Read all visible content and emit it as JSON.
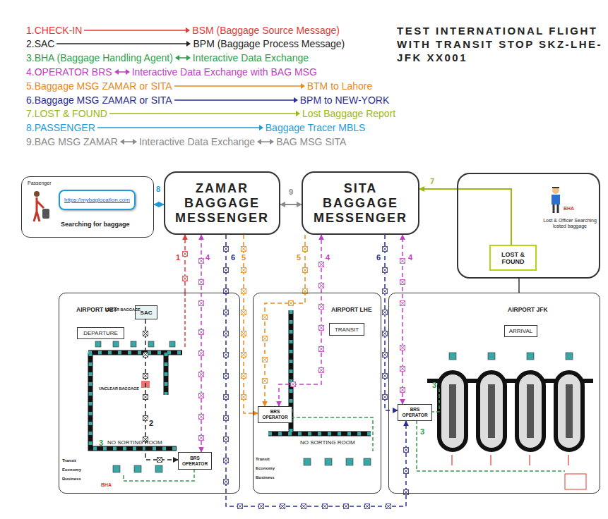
{
  "diagram": {
    "title": "TEST INTERNATIONAL FLIGHT WITH TRANSIT STOP SKZ-LHE-JFK XX001",
    "nodes": [
      {
        "text": [
          "Passenger",
          "https://mybaglocation.com",
          "Searching for baggage"
        ]
      },
      {
        "text": [
          "ZAMAR BAGGAGE MESSENGER"
        ]
      },
      {
        "text": [
          "SITA BAGGAGE MESSENGER"
        ]
      },
      {
        "text": [
          "Lost & Officer Searching losted baggage"
        ]
      },
      {
        "text": [
          "LOST & FOUND"
        ],
        "in": 3
      },
      {
        "text": [
          "AIRPORT UET"
        ]
      },
      {
        "text": [
          "DEPARTURE"
        ],
        "in": 5
      },
      {
        "text": [
          "SAC"
        ],
        "in": 5
      },
      {
        "text": [
          "BRS OPERATOR"
        ],
        "in": 5
      },
      {
        "text": [
          "AIRPORT LHE"
        ]
      },
      {
        "text": [
          "TRANSIT"
        ],
        "in": 9
      },
      {
        "text": [
          "BRS OPERATOR"
        ],
        "in": 9
      },
      {
        "text": [
          "AIRPORT JFK"
        ]
      },
      {
        "text": [
          "ARRIVAL"
        ],
        "in": 12
      },
      {
        "text": [
          "BRS OPERATOR"
        ],
        "in": 12
      }
    ],
    "edges": [
      {
        "from": 0,
        "to": 1,
        "label": "8",
        "arrow": "both"
      },
      {
        "from": 1,
        "to": 2,
        "label": "9",
        "arrow": "both"
      },
      {
        "from": 4,
        "to": 2,
        "label": "7",
        "arrow": "to"
      },
      {
        "from": 5,
        "to": 1,
        "label": "1",
        "arrow": "to"
      },
      {
        "from": 8,
        "to": 1,
        "label": "4",
        "arrow": "both"
      },
      {
        "from": 1,
        "to": 14,
        "label": "6",
        "arrow": "to"
      },
      {
        "from": 2,
        "to": 14,
        "label": "6",
        "arrow": "to"
      },
      {
        "from": 1,
        "to": 11,
        "label": "5",
        "arrow": "to"
      },
      {
        "from": 2,
        "to": 11,
        "label": "5",
        "arrow": "to"
      },
      {
        "from": 11,
        "to": 2,
        "label": "4",
        "arrow": "both"
      },
      {
        "from": 14,
        "to": 2,
        "label": "4",
        "arrow": "both"
      },
      {
        "from": 7,
        "to": 8,
        "label": "2",
        "arrow": "to"
      }
    ],
    "labels": [
      "BSM (Baggage Source Message)",
      "BPM (Baggage Process Message)",
      "Interactive Data Exchange",
      "Interactive Data Exchange with BAG MSG",
      "BTM to Lahore",
      "BPM to NEW-YORK",
      "Lost Baggage Report",
      "Baggage Tracer MBLS",
      "Interactive Data Exchange",
      "BAG MSG SITA",
      "CLEAR BAGGAGE",
      "UNCLEAR BAGGAGE",
      "NO SORTING ROOM",
      "Transit",
      "Economy",
      "Business",
      "BHA",
      "3",
      "NO SORTING ROOM",
      "Transit",
      "Economy",
      "Business",
      "BHA",
      "3",
      "3"
    ],
    "legend": [
      {
        "text": "1.CHECK-IN",
        "color": "#e53935"
      },
      {
        "text": "2.SAC",
        "color": "#222222"
      },
      {
        "text": "3.BHA (Baggage Handling Agent)",
        "color": "#2e9e48"
      },
      {
        "text": "4.OPERATOR BRS",
        "color": "#c040c0"
      },
      {
        "text": "5.Baggage MSG ZAMAR or SITA",
        "color": "#e8891a"
      },
      {
        "text": "6.Baggage MSG ZAMAR or SITA",
        "color": "#2b2f8f"
      },
      {
        "text": "7.LOST & FOUND",
        "color": "#9bb90f"
      },
      {
        "text": "8.PASSENGER",
        "color": "#1e9bd7"
      },
      {
        "text": "9.BAG MSG ZAMAR",
        "color": "#8a8a8a"
      }
    ]
  }
}
